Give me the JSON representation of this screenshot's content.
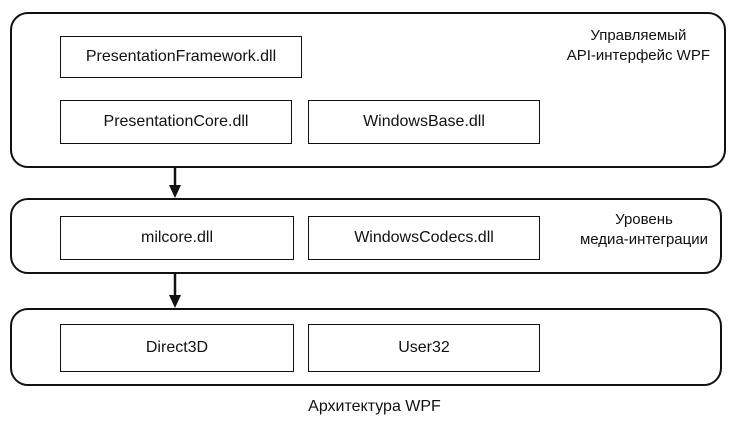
{
  "layers": [
    {
      "label_lines": [
        "Управляемый",
        "API-интерфейс WPF"
      ],
      "components": [
        "PresentationFramework.dll",
        "PresentationCore.dll",
        "WindowsBase.dll"
      ]
    },
    {
      "label_lines": [
        "Уровень",
        "медиа-интеграции"
      ],
      "components": [
        "milcore.dll",
        "WindowsCodecs.dll"
      ]
    },
    {
      "label_lines": [],
      "components": [
        "Direct3D",
        "User32"
      ]
    }
  ],
  "caption": "Архитектура WPF"
}
